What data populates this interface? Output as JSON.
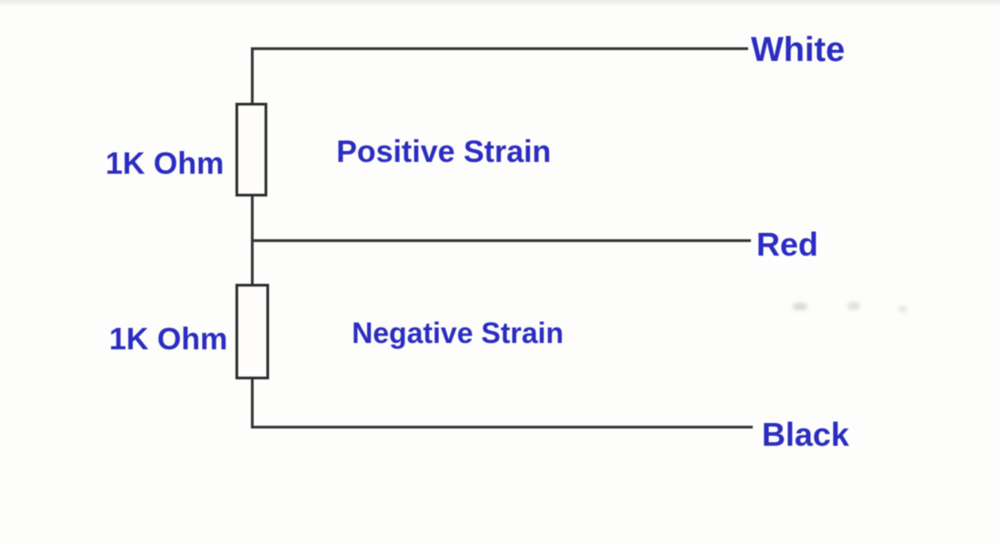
{
  "diagram": {
    "wires": [
      {
        "id": "white",
        "label": "White"
      },
      {
        "id": "red",
        "label": "Red"
      },
      {
        "id": "black",
        "label": "Black"
      }
    ],
    "resistors": [
      {
        "value": "1K Ohm",
        "section_label": "Positive Strain"
      },
      {
        "value": "1K Ohm",
        "section_label": "Negative Strain"
      }
    ],
    "colors": {
      "label-blue": "#2b2dc1",
      "wire-color": "#343434",
      "resistor-border": "#2e2e2e",
      "background": "#fdfdfb"
    }
  }
}
